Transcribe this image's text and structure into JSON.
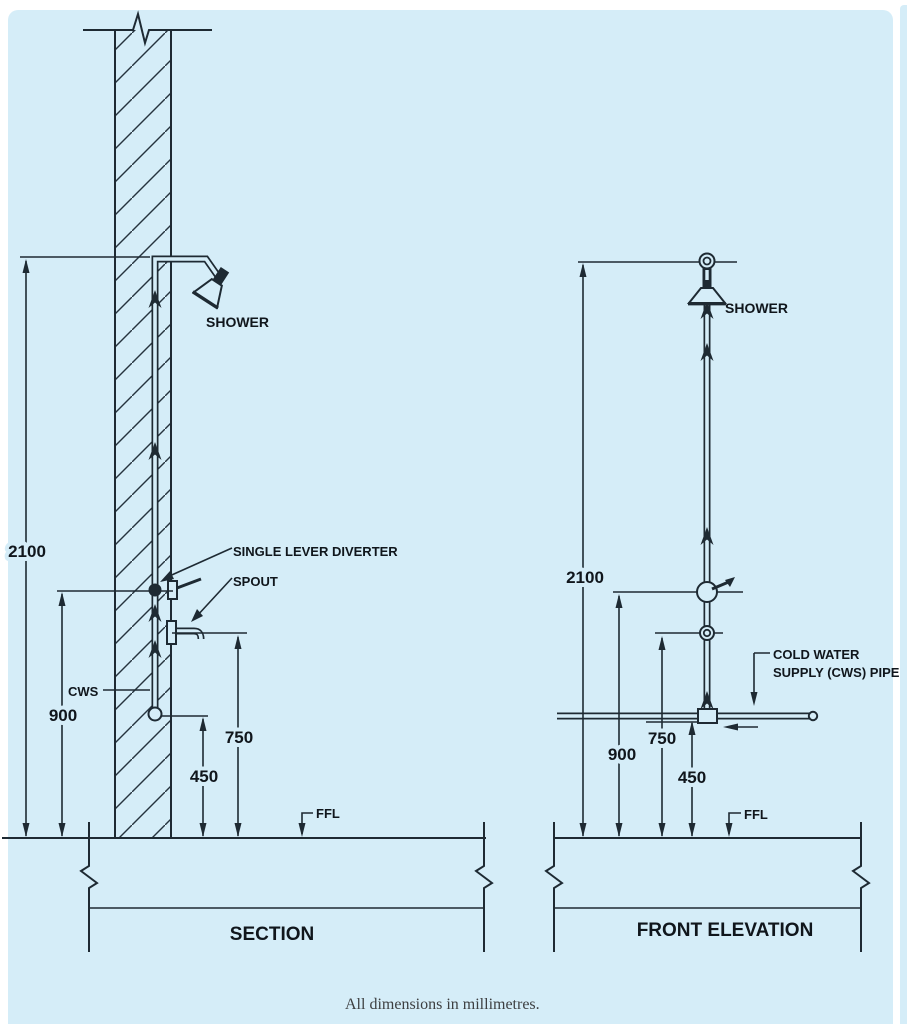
{
  "colors": {
    "panel_bg": "#d5edf8",
    "line": "#1e2a33",
    "text": "#10161c"
  },
  "note": "All dimensions in millimetres.",
  "section": {
    "title": "SECTION",
    "shower_label": "SHOWER",
    "diverter_label": "SINGLE LEVER DIVERTER",
    "spout_label": "SPOUT",
    "cws_label": "CWS",
    "ffl_label": "FFL",
    "dim_overall": "2100",
    "dim_diverter": "900",
    "dim_spout": "750",
    "dim_cws": "450"
  },
  "front": {
    "title": "FRONT ELEVATION",
    "shower_label": "SHOWER",
    "cws_pipe_label_line1": "COLD WATER",
    "cws_pipe_label_line2": "SUPPLY (CWS) PIPE",
    "ffl_label": "FFL",
    "dim_overall": "2100",
    "dim_diverter": "900",
    "dim_spout": "750",
    "dim_cws": "450"
  }
}
